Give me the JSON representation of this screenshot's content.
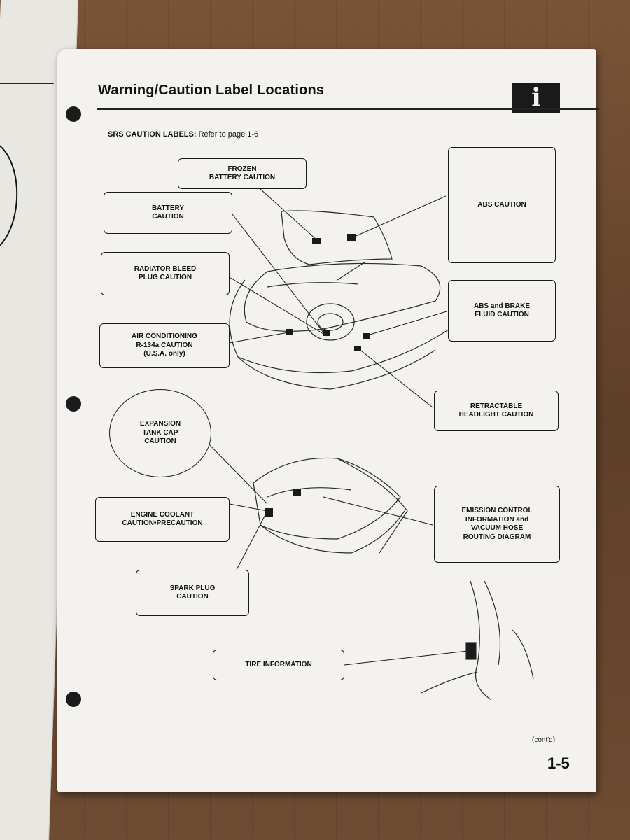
{
  "page": {
    "title": "Warning/Caution Label Locations",
    "info_icon": "i",
    "subtitle": "SRS CAUTION LABELS:",
    "subtitle_ref": "Refer to page 1-6",
    "contd": "(cont'd)",
    "page_number": "1-5"
  },
  "labels": {
    "frozen_battery": "FROZEN\nBATTERY CAUTION",
    "battery": "BATTERY\nCAUTION",
    "radiator_bleed": "RADIATOR BLEED\nPLUG CAUTION",
    "air_conditioning": "AIR CONDITIONING\nR-134a CAUTION\n(U.S.A. only)",
    "abs": "ABS CAUTION",
    "abs_brake": "ABS and BRAKE\nFLUID CAUTION",
    "retractable_headlight": "RETRACTABLE\nHEADLIGHT CAUTION",
    "expansion_tank": "EXPANSION\nTANK CAP\nCAUTION",
    "engine_coolant": "ENGINE COOLANT\nCAUTION•PRECAUTION",
    "emission_control": "EMISSION CONTROL\nINFORMATION and\nVACUUM HOSE\nROUTING DIAGRAM",
    "spark_plug": "SPARK PLUG\nCAUTION",
    "tire_information": "TIRE INFORMATION"
  },
  "colors": {
    "paper": "#f3f2ee",
    "ink": "#1a1a1a"
  }
}
